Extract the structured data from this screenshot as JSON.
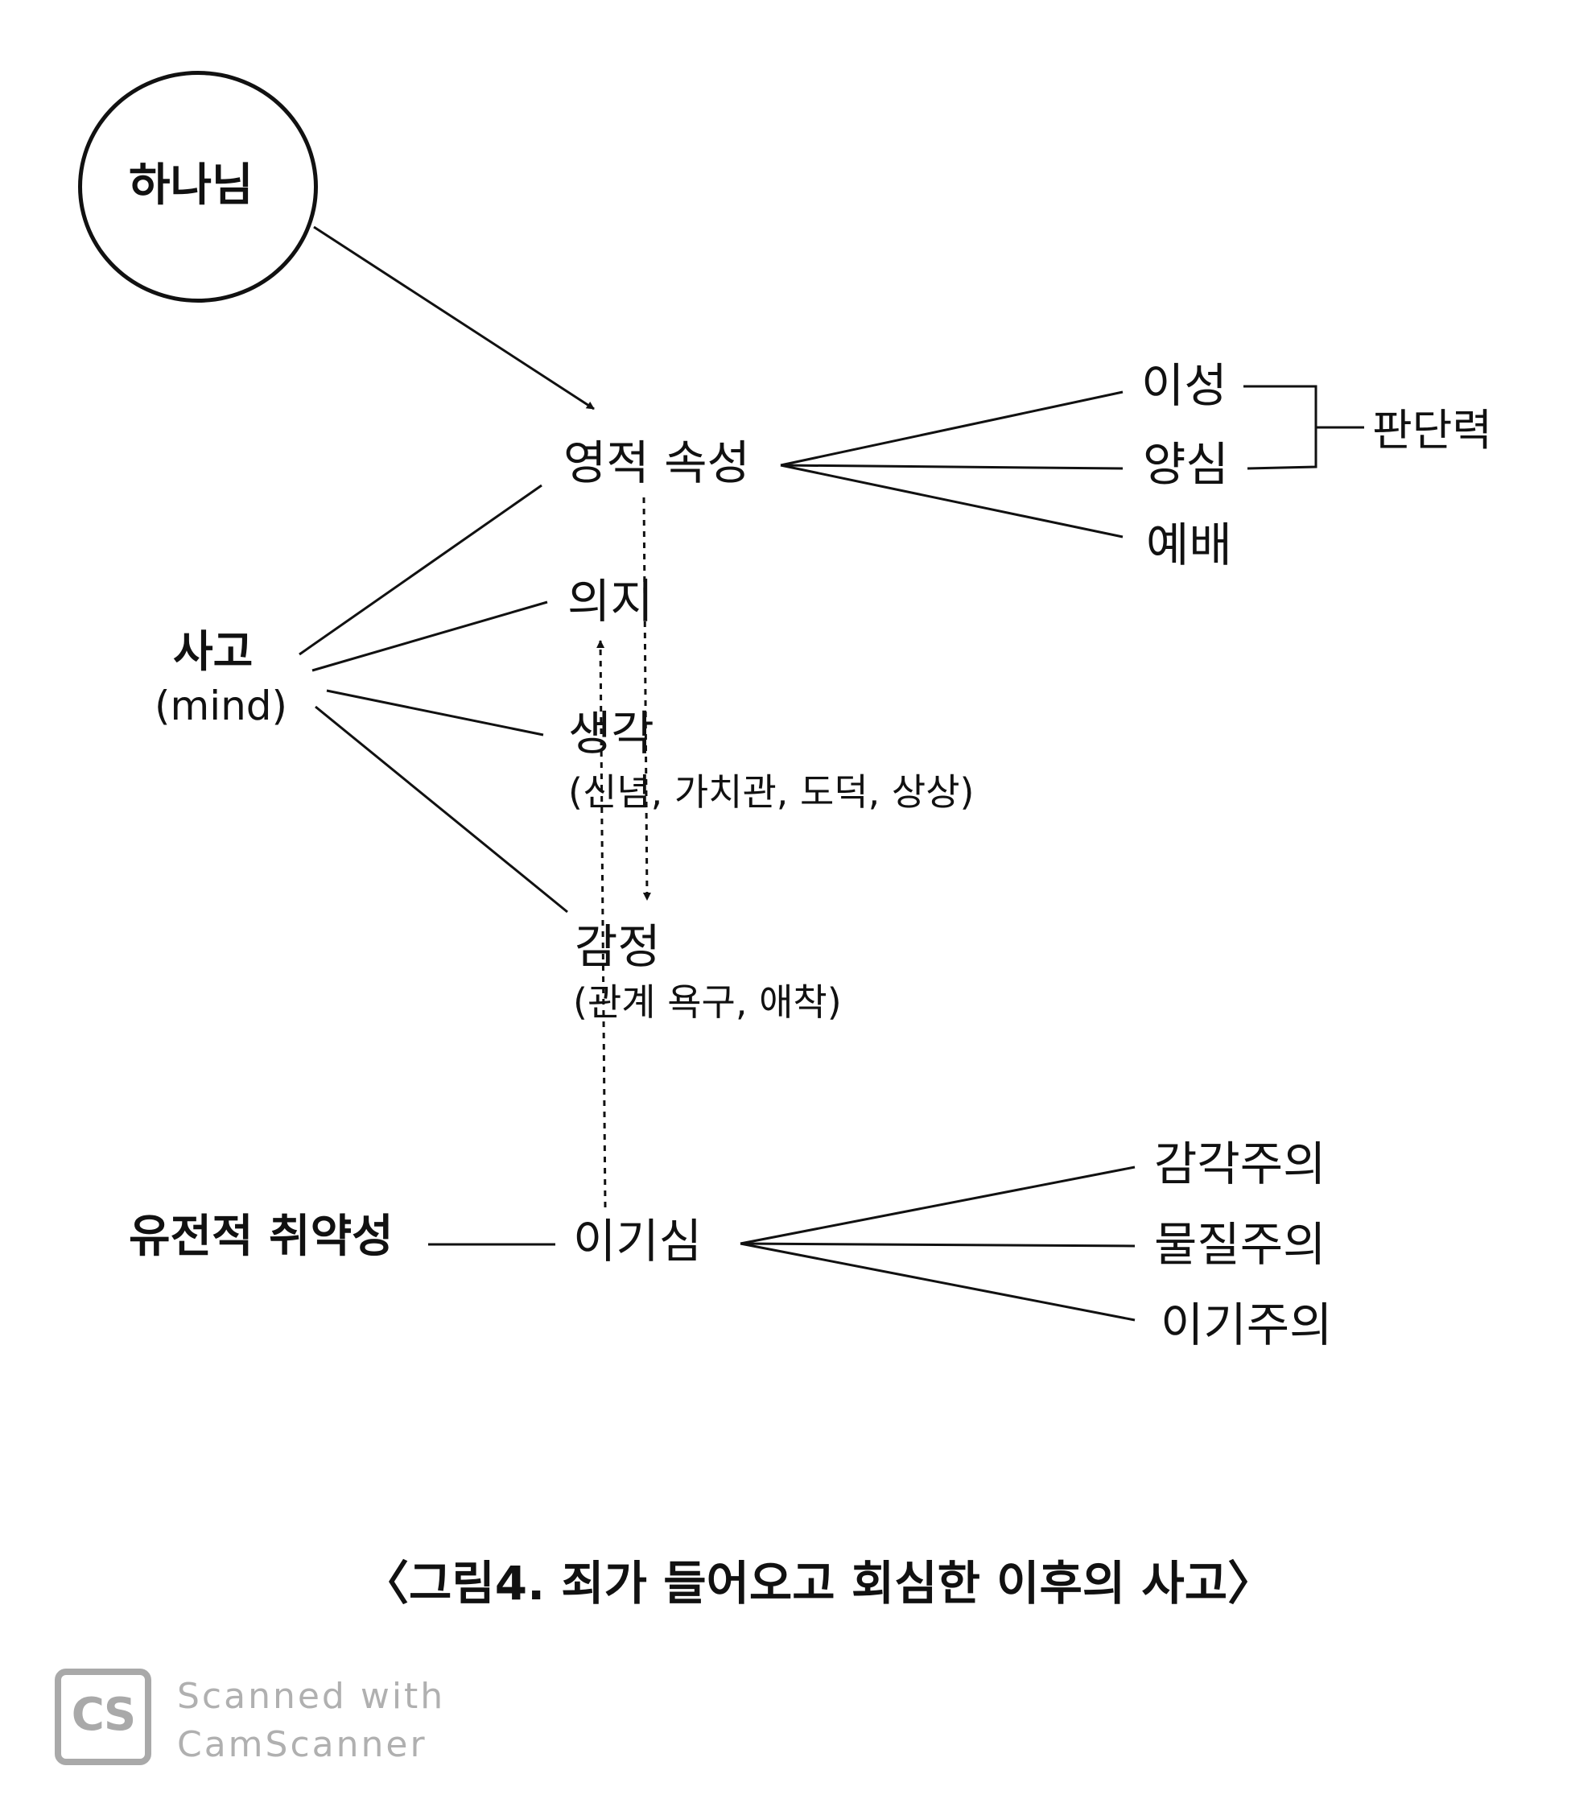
{
  "nodes": {
    "god": "하나님",
    "spiritual_attribute": "영적 속성",
    "reason": "이성",
    "conscience": "양심",
    "worship": "예배",
    "judgment": "판단력",
    "mind": "사고",
    "mind_en": "(mind)",
    "will": "의지",
    "thought": "생각",
    "thought_sub": "(신념, 가치관, 도덕, 상상)",
    "emotion": "감정",
    "emotion_sub": "(관계 욕구, 애착)",
    "genetic_vulnerability": "유전적 취약성",
    "selfishness": "이기심",
    "sensualism": "감각주의",
    "materialism": "물질주의",
    "egoism": "이기주의"
  },
  "caption": "〈그림4. 죄가 들어오고 회심한 이후의 사고〉",
  "watermark": {
    "logo": "CS",
    "line1": "Scanned with",
    "line2": "CamScanner"
  }
}
